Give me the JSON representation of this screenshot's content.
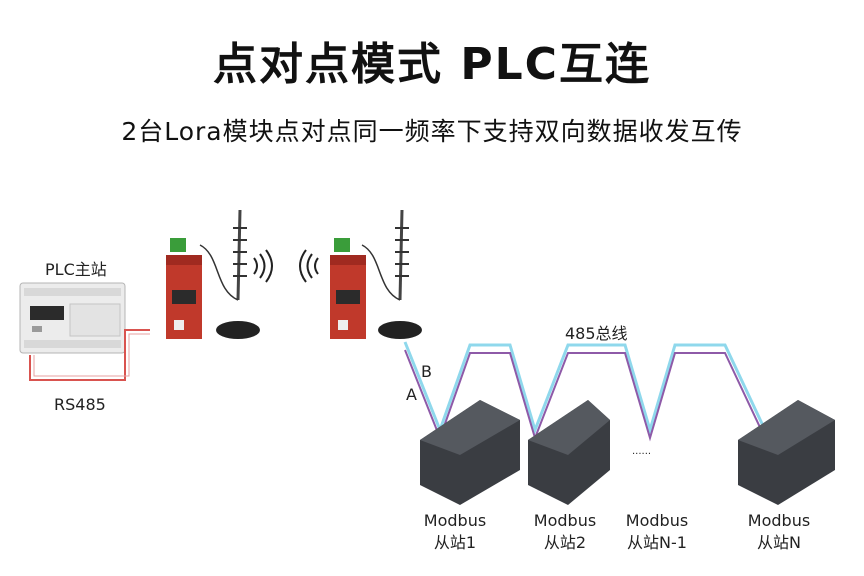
{
  "title": "点对点模式 PLC互连",
  "subtitle": "2台Lora模块点对点同一频率下支持双向数据收发互传",
  "plc_label": "PLC主站",
  "rs485_label": "RS485",
  "bus_label": "485总线",
  "wire_a": "A",
  "wire_b": "B",
  "ellipsis": "......",
  "slaves": [
    {
      "line1": "Modbus",
      "line2": "从站1"
    },
    {
      "line1": "Modbus",
      "line2": "从站2"
    },
    {
      "line1": "Modbus",
      "line2": "从站N-1"
    },
    {
      "line1": "Modbus",
      "line2": "从站N"
    }
  ],
  "colors": {
    "module_red": "#c0392b",
    "wire_red": "#d9534f",
    "bus_cyan": "#8fd8ec",
    "bus_purple": "#8e5aa8"
  }
}
